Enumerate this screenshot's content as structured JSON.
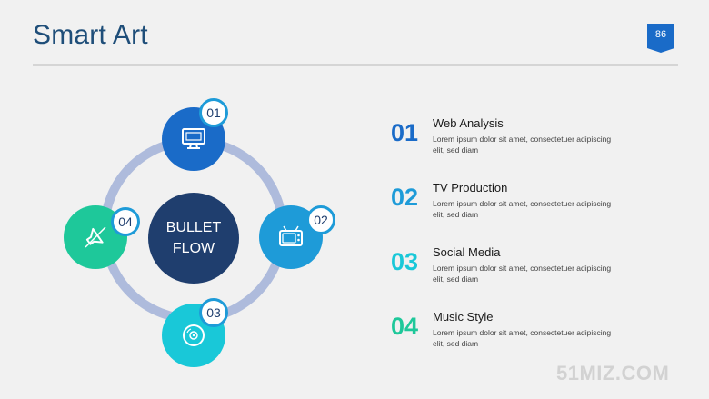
{
  "header": {
    "title": "Smart Art",
    "page_number": "86"
  },
  "diagram": {
    "center_text": [
      "BULLET",
      "FLOW"
    ],
    "nodes": [
      {
        "number": "01",
        "icon": "monitor-icon",
        "color": "#1a6bc8"
      },
      {
        "number": "02",
        "icon": "tv-icon",
        "color": "#1e9bd8"
      },
      {
        "number": "03",
        "icon": "disc-icon",
        "color": "#19c8d8"
      },
      {
        "number": "04",
        "icon": "speaker-icon",
        "color": "#1ec89a"
      }
    ],
    "ring_color": "#aebbdc",
    "center_color": "#1f3e6e"
  },
  "items": [
    {
      "number": "01",
      "title": "Web Analysis",
      "desc": "Lorem ipsum dolor sit amet, consectetuer adipiscing elit, sed diam",
      "color": "#1a6bc8"
    },
    {
      "number": "02",
      "title": "TV Production",
      "desc": "Lorem ipsum dolor sit amet, consectetuer adipiscing elit, sed diam",
      "color": "#1e9bd8"
    },
    {
      "number": "03",
      "title": "Social Media",
      "desc": "Lorem ipsum dolor sit amet, consectetuer adipiscing elit, sed diam",
      "color": "#19c8d8"
    },
    {
      "number": "04",
      "title": "Music Style",
      "desc": "Lorem ipsum dolor sit amet, consectetuer adipiscing elit, sed diam",
      "color": "#1ec89a"
    }
  ],
  "watermark": "51MIZ.COM"
}
